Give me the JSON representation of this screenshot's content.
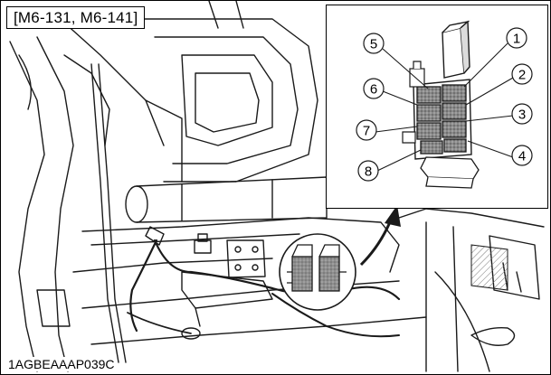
{
  "figure": {
    "model_tag": "[M6-131, M6-141]",
    "code": "1AGBEAAAP039C"
  },
  "inset": {
    "callouts": [
      "1",
      "2",
      "3",
      "4",
      "5",
      "6",
      "7",
      "8"
    ]
  },
  "colors": {
    "line": "#1a1a1a",
    "relay_fill": "#9a9a9a",
    "background": "#ffffff"
  }
}
